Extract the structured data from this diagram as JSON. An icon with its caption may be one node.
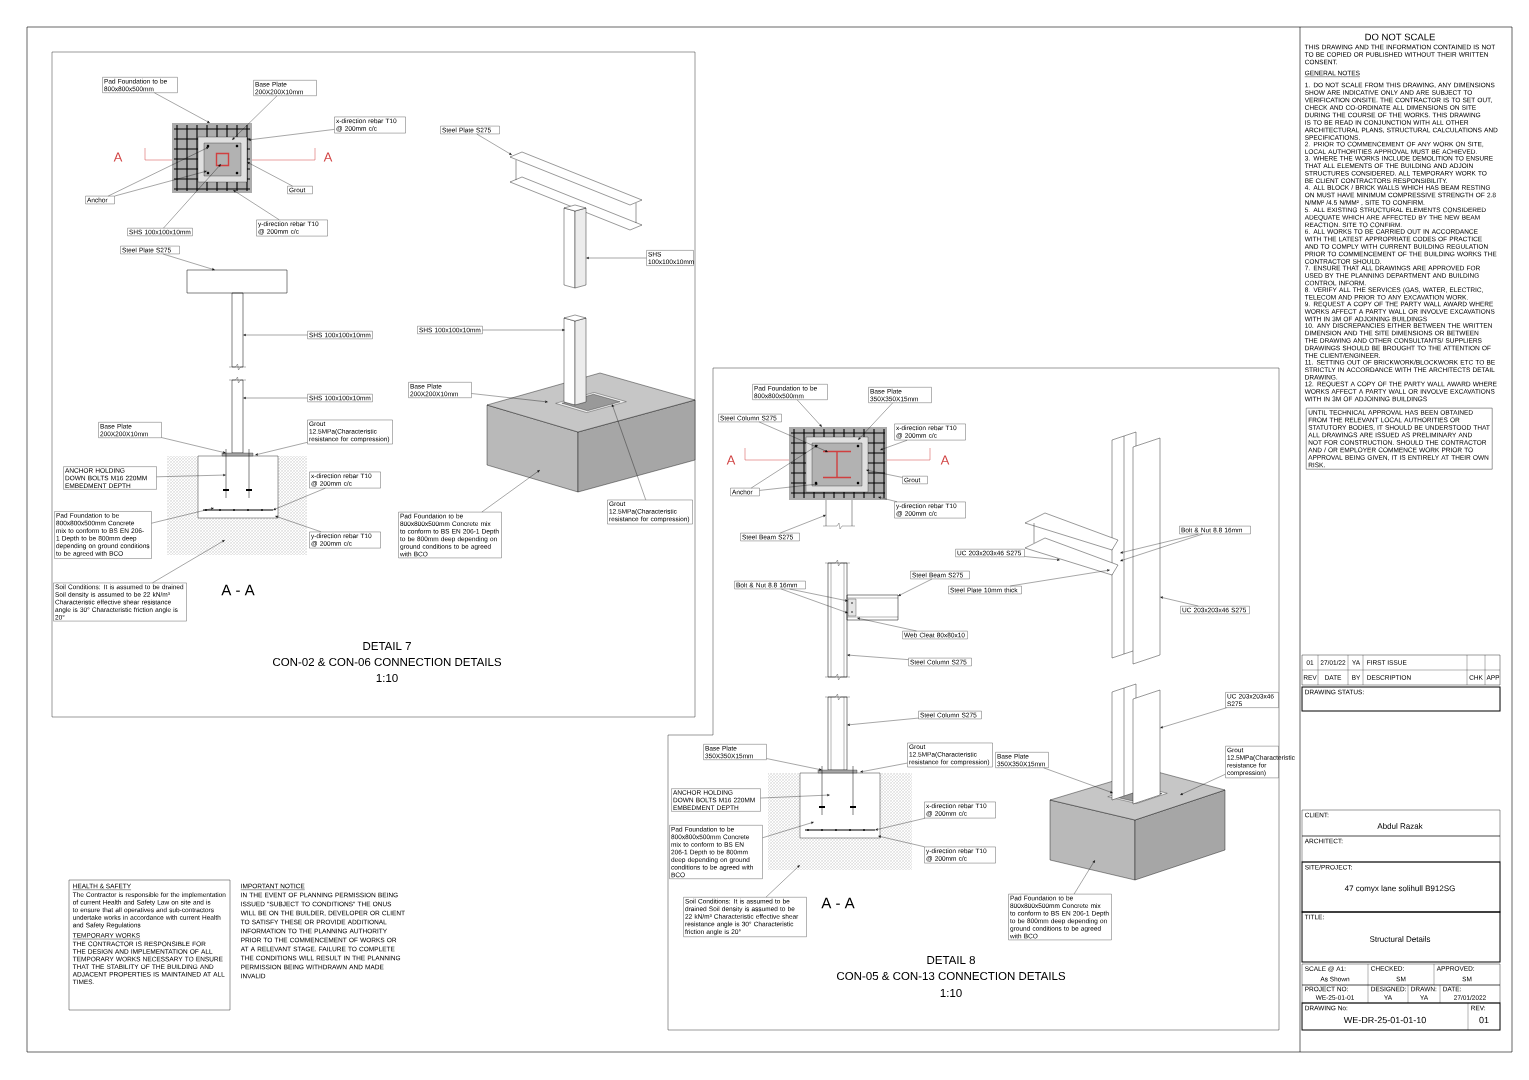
{
  "diagram": {
    "nodes": [
      {
        "text": [
          "Pad Foundation to be 800x800x500mm"
        ]
      },
      {
        "text": [
          "Base Plate 200X200X10mm"
        ]
      },
      {
        "text": [
          "x-direction rebar T10 @ 200mm c/c"
        ]
      },
      {
        "text": [
          "Anchor"
        ]
      },
      {
        "text": [
          "Grout"
        ]
      },
      {
        "text": [
          "SHS 100x100x10mm"
        ]
      },
      {
        "text": [
          "y-direction rebar T10 @ 200mm c/c"
        ]
      },
      {
        "text": [
          "Steel Plate S275"
        ]
      },
      {
        "text": [
          "SHS 100x100x10mm"
        ]
      },
      {
        "text": [
          "SHS 100x100x10mm"
        ]
      },
      {
        "text": [
          "Base Plate 200X200X10mm"
        ]
      },
      {
        "text": [
          "Grout 12.5MPa(Characteristic resistance for compression)"
        ]
      },
      {
        "text": [
          "ANCHOR HOLDING DOWN BOLTS M16 220MM EMBEDMENT DEPTH"
        ]
      },
      {
        "text": [
          "Pad Foundation to be 800x800x500mm Concrete mix to conform to BS EN 206-1 Depth to be 800mm deep depending on ground conditions to be agreed with BCO"
        ]
      },
      {
        "text": [
          "x-direction rebar T10 @ 200mm c/c"
        ]
      },
      {
        "text": [
          "y-direction rebar T10 @ 200mm c/c"
        ]
      },
      {
        "text": [
          "Soil Conditions: It is assumed to be drained Soil density is assumed to be 22 kN/m³ Characteristic effective shear resistance angle is 30° Characteristic friction angle is 20°"
        ]
      },
      {
        "text": [
          "Steel Plate S275"
        ]
      },
      {
        "text": [
          "SHS 100x100x10mm"
        ]
      },
      {
        "text": [
          "SHS 100x100x10mm"
        ]
      },
      {
        "text": [
          "Base Plate 200X200X10mm"
        ]
      },
      {
        "text": [
          "Grout 12.5MPa(Characteristic resistance for compression)"
        ]
      },
      {
        "text": [
          "Pad Foundation to be 800x800x500mm Concrete mix to conform to BS EN 206-1 Depth to be 800mm deep depending on ground conditions to be agreed with BCO"
        ]
      },
      {
        "text": [
          "Pad Foundation to be 800x800x500mm"
        ]
      },
      {
        "text": [
          "Base Plate 350X350X15mm"
        ]
      },
      {
        "text": [
          "Steel Column S275"
        ]
      },
      {
        "text": [
          "x-direction rebar T10 @ 200mm c/c"
        ]
      },
      {
        "text": [
          "Anchor"
        ]
      },
      {
        "text": [
          "Grout"
        ]
      },
      {
        "text": [
          "Steel Beam S275"
        ]
      },
      {
        "text": [
          "y-direction rebar T10 @ 200mm c/c"
        ]
      },
      {
        "text": [
          "Bolt & Nut 8.8 16mm"
        ]
      },
      {
        "text": [
          "Steel Beam S275"
        ]
      },
      {
        "text": [
          "Web Cleat 80x80x10"
        ]
      },
      {
        "text": [
          "Steel Column S275"
        ]
      },
      {
        "text": [
          "Steel Column S275"
        ]
      },
      {
        "text": [
          "Base Plate 350X350X15mm"
        ]
      },
      {
        "text": [
          "Grout 12.5MPa(Characteristic resistance for compression)"
        ]
      },
      {
        "text": [
          "ANCHOR HOLDING DOWN BOLTS M16 220MM EMBEDMENT DEPTH"
        ]
      },
      {
        "text": [
          "Pad Foundation to be 800x800x500mm Concrete mix to conform to BS EN 206-1 Depth to be 800mm deep depending on ground conditions to be agreed with BCO"
        ]
      },
      {
        "text": [
          "x-direction rebar T10 @ 200mm c/c"
        ]
      },
      {
        "text": [
          "y-direction rebar T10 @ 200mm c/c"
        ]
      },
      {
        "text": [
          "Soil Conditions: It is assumed to be drained Soil density is assumed to be 22 kN/m³ Characteristic effective shear resistance angle is 30° Characteristic friction angle is 20°"
        ]
      },
      {
        "text": [
          "Bolt & Nut 8.8 16mm"
        ]
      },
      {
        "text": [
          "UC 203x203x46 S275"
        ]
      },
      {
        "text": [
          "Steel Plate 10mm thick"
        ]
      },
      {
        "text": [
          "UC 203x203x46 S275"
        ]
      },
      {
        "text": [
          "UC 203x203x46 S275"
        ]
      },
      {
        "text": [
          "Base Plate 350X350X15mm"
        ]
      },
      {
        "text": [
          "Grout 12.5MPa(Characteristic resistance for compression)"
        ]
      },
      {
        "text": [
          "Pad Foundation to be 800x800x500mm Concrete mix to conform to BS EN 206-1 Depth to be 800mm deep depending on ground conditions to be agreed with BCO"
        ]
      },
      {
        "text": [],
        "shape": "picture"
      },
      {
        "text": [],
        "shape": "picture"
      },
      {
        "text": [],
        "shape": "picture"
      },
      {
        "text": [],
        "shape": "picture"
      },
      {
        "text": [],
        "shape": "picture"
      },
      {
        "text": [],
        "shape": "picture"
      },
      {
        "text": [],
        "shape": "picture"
      },
      {
        "text": [],
        "shape": "picture"
      },
      {
        "text": [],
        "shape": "picture"
      }
    ],
    "edges": [
      {
        "from": 0,
        "to": 51,
        "arrow": "to"
      },
      {
        "from": 1,
        "to": 51,
        "arrow": "to"
      },
      {
        "from": 2,
        "to": 51,
        "arrow": "to"
      },
      {
        "from": 3,
        "to": 51,
        "arrow": "to"
      },
      {
        "from": 3,
        "to": 51,
        "arrow": "to"
      },
      {
        "from": 4,
        "to": 51,
        "arrow": "to"
      },
      {
        "from": 5,
        "to": 51,
        "arrow": "to"
      },
      {
        "from": 6,
        "to": 51,
        "arrow": "to"
      },
      {
        "from": 7,
        "to": 52,
        "arrow": "to"
      },
      {
        "from": 8,
        "to": 52,
        "arrow": "to"
      },
      {
        "from": 9,
        "to": 52,
        "arrow": "to"
      },
      {
        "from": 10,
        "to": 52,
        "arrow": "to"
      },
      {
        "from": 11,
        "to": 52,
        "arrow": "to"
      },
      {
        "from": 12,
        "to": 52,
        "arrow": "to"
      },
      {
        "from": 13,
        "to": 52,
        "arrow": "to"
      },
      {
        "from": 14,
        "to": 52,
        "arrow": "to"
      },
      {
        "from": 15,
        "to": 52,
        "arrow": "to"
      },
      {
        "from": 16,
        "to": 52,
        "arrow": "to"
      },
      {
        "from": 17,
        "to": 53,
        "arrow": "to"
      },
      {
        "from": 18,
        "to": 53,
        "arrow": "to"
      },
      {
        "from": 19,
        "to": 54,
        "arrow": "to"
      },
      {
        "from": 20,
        "to": 54,
        "arrow": "to"
      },
      {
        "from": 21,
        "to": 54,
        "arrow": "to"
      },
      {
        "from": 22,
        "to": 54,
        "arrow": "to"
      },
      {
        "from": 23,
        "to": 55,
        "arrow": "to"
      },
      {
        "from": 24,
        "to": 55,
        "arrow": "to"
      },
      {
        "from": 25,
        "to": 55,
        "arrow": "to"
      },
      {
        "from": 26,
        "to": 55,
        "arrow": "to"
      },
      {
        "from": 27,
        "to": 55,
        "arrow": "to"
      },
      {
        "from": 27,
        "to": 55,
        "arrow": "to"
      },
      {
        "from": 28,
        "to": 55,
        "arrow": "to"
      },
      {
        "from": 29,
        "to": 55,
        "arrow": "to"
      },
      {
        "from": 30,
        "to": 55,
        "arrow": "to"
      },
      {
        "from": 31,
        "to": 56,
        "arrow": "to"
      },
      {
        "from": 31,
        "to": 56,
        "arrow": "to"
      },
      {
        "from": 32,
        "to": 56,
        "arrow": "to"
      },
      {
        "from": 33,
        "to": 56,
        "arrow": "to"
      },
      {
        "from": 34,
        "to": 56,
        "arrow": "to"
      },
      {
        "from": 35,
        "to": 57,
        "arrow": "to"
      },
      {
        "from": 36,
        "to": 57,
        "arrow": "to"
      },
      {
        "from": 37,
        "to": 57,
        "arrow": "to"
      },
      {
        "from": 38,
        "to": 57,
        "arrow": "to"
      },
      {
        "from": 39,
        "to": 57,
        "arrow": "to"
      },
      {
        "from": 40,
        "to": 57,
        "arrow": "to"
      },
      {
        "from": 41,
        "to": 57,
        "arrow": "to"
      },
      {
        "from": 42,
        "to": 57,
        "arrow": "to"
      },
      {
        "from": 43,
        "to": 58,
        "arrow": "to"
      },
      {
        "from": 43,
        "to": 58,
        "arrow": "to"
      },
      {
        "from": 44,
        "to": 58,
        "arrow": "to"
      },
      {
        "from": 45,
        "to": 58,
        "arrow": "to"
      },
      {
        "from": 46,
        "to": 58,
        "arrow": "to"
      },
      {
        "from": 47,
        "to": 59,
        "arrow": "to"
      },
      {
        "from": 48,
        "to": 59,
        "arrow": "to"
      },
      {
        "from": 49,
        "to": 59,
        "arrow": "to"
      },
      {
        "from": 50,
        "to": 59,
        "arrow": "to"
      }
    ],
    "labels": [
      "A",
      "A",
      "A - A",
      "DETAIL 7",
      "CON-02 & CON-06 CONNECTION DETAILS",
      "1:10",
      "A",
      "A",
      "A - A",
      "DETAIL 8",
      "CON-05 & CON-13 CONNECTION DETAILS",
      "1:10",
      "HEALTH & SAFETY",
      "The Contractor is responsible for the implementation of current Health and Safety Law on site and is to ensure that all operatives and sub-contractors undertake works in accordance with current Health and Safety Regulations",
      "TEMPORARY WORKS",
      "THE CONTRACTOR IS RESPONSIBLE FOR THE DESIGN AND IMPLEMENTATION OF ALL TEMPORARY WORKS NECESSARY TO ENSURE THAT THE STABILITY OF THE BUILDING AND ADJACENT PROPERTIES IS MAINTAINED AT ALL TIMES.",
      "IMPORTANT NOTICE",
      "IN THE EVENT OF PLANNING PERMISSION BEING ISSUED \"SUBJECT TO CONDITIONS\" THE ONUS WILL BE ON THE BUILDER, DEVELOPER OR CLIENT TO SATISFY THESE OR PROVIDE ADDITIONAL INFORMATION TO THE PLANNING AUTHORITY PRIOR TO THE COMMENCEMENT OF WORKS OR AT A RELEVANT STAGE. FAILURE TO COMPLETE THE CONDITIONS WILL RESULT IN THE PLANNING PERMISSION BEING WITHDRAWN AND MADE INVALID",
      "DO NOT SCALE",
      "THIS DRAWING AND THE INFORMATION CONTAINED IS NOT TO BE COPIED OR PUBLISHED WITHOUT THEIR WRITTEN CONSENT.",
      "GENERAL NOTES",
      "1. DO NOT SCALE FROM THIS DRAWING, ANY DIMENSIONS SHOW ARE INDICATIVE ONLY AND ARE SUBJECT TO VERIFICATION ONSITE. THE CONTRACTOR IS TO SET OUT, CHECK AND CO-ORDINATE ALL DIMENSIONS ON SITE DURING THE COURSE OF THE WORKS. THIS DRAWING IS TO BE READ IN CONJUNCTION WITH ALL OTHER ARCHITECTURAL PLANS, STRUCTURAL CALCULATIONS AND SPECIFICATIONS.",
      "2. PRIOR TO COMMENCEMENT OF ANY WORK ON SITE, LOCAL AUTHORITIES APPROVAL MUST BE ACHIEVED.",
      "3. WHERE THE WORKS INCLUDE DEMOLITION TO ENSURE THAT ALL ELEMENTS OF THE BUILDING AND ADJOIN STRUCTURES CONSIDERED. ALL TEMPORARY WORK TO BE CLIENT CONTRACTORS RESPONSIBILITY.",
      "4. ALL BLOCK / BRICK WALLS WHICH HAS BEAM RESTING ON MUST HAVE MINIMUM COMPRESSIVE STRENGTH OF 2.8 N/MM² /4.5 N/MM² , SITE TO CONFIRM.",
      "5. ALL EXISTING STRUCTURAL ELEMENTS CONSIDERED ADEQUATE WHICH ARE AFFECTED BY THE NEW BEAM REACTION. SITE TO CONFIRM.",
      "6. ALL WORKS TO BE CARRIED OUT IN ACCORDANCE WITH THE LATEST APPROPRIATE CODES OF PRACTICE AND TO COMPLY WITH CURRENT BUILDING REGULATION PRIOR TO COMMENCEMENT OF THE BUILDING WORKS THE CONTRACTOR SHOULD.",
      "7. ENSURE THAT ALL DRAWINGS ARE APPROVED FOR USED BY THE PLANNING DEPARTMENT AND BUILDING CONTROL INFORM.",
      "8. VERIFY ALL THE SERVICES (GAS, WATER, ELECTRIC, TELECOM AND PRIOR TO ANY EXCAVATION WORK.",
      "9. REQUEST A COPY OF THE PARTY WALL AWARD WHERE WORKS AFFECT A PARTY WALL OR INVOLVE EXCAVATIONS WITH IN 3M OF ADJOINING BUILDINGS",
      "10. ANY DISCREPANCIES EITHER BETWEEN THE WRITTEN DIMENSION AND THE SITE DIMENSIONS OR BETWEEN THE DRAWING AND OTHER CONSULTANTS/ SUPPLIERS DRAWINGS SHOULD BE BROUGHT TO THE ATTENTION OF THE CLIENT/ENGINEER.",
      "11. SETTING OUT OF BRICKWORK/BLOCKWORK ETC TO BE STRICTLY IN ACCORDANCE WITH THE ARCHITECTS DETAIL DRAWING.",
      "12. REQUEST A COPY OF THE PARTY WALL AWARD WHERE WORKS AFFECT A PARTY WALL OR INVOLVE EXCAVATIONS WITH IN 3M OF ADJOINING BUILDINGS",
      "UNTIL TECHNICAL APPROVAL HAS BEEN OBTAINED FROM THE RELEVANT LOCAL AUTHORITIES OR STATUTORY BODIES, IT SHOULD BE UNDERSTOOD THAT ALL DRAWINGS ARE ISSUED AS PRELIMINARY AND NOT FOR CONSTRUCTION. SHOULD THE CONTRACTOR AND / OR EMPLOYER COMMENCE WORK PRIOR TO APPROVAL BEING GIVEN, IT IS ENTIRELY AT THEIR OWN RISK.",
      "01",
      "27/01/22",
      "YA",
      "FIRST ISSUE",
      "REV",
      "DATE",
      "BY",
      "DESCRIPTION",
      "CHK",
      "APP",
      "DRAWING STATUS:",
      "CLIENT:",
      "Abdul Razak",
      "ARCHITECT:",
      "SITE/PROJECT:",
      "47 comyx lane solihull B912SG",
      "TITLE:",
      "Structural Details",
      "SCALE @ A1:",
      "As Shown",
      "CHECKED:",
      "SM",
      "APPROVED:",
      "SM",
      "PROJECT NO:",
      "WE-25-01-01",
      "DESIGNED:",
      "YA",
      "DRAWN:",
      "YA",
      "DATE:",
      "27/01/2022",
      "DRAWING No:",
      "WE-DR-25-01-01-10",
      "REV:",
      "01"
    ]
  }
}
